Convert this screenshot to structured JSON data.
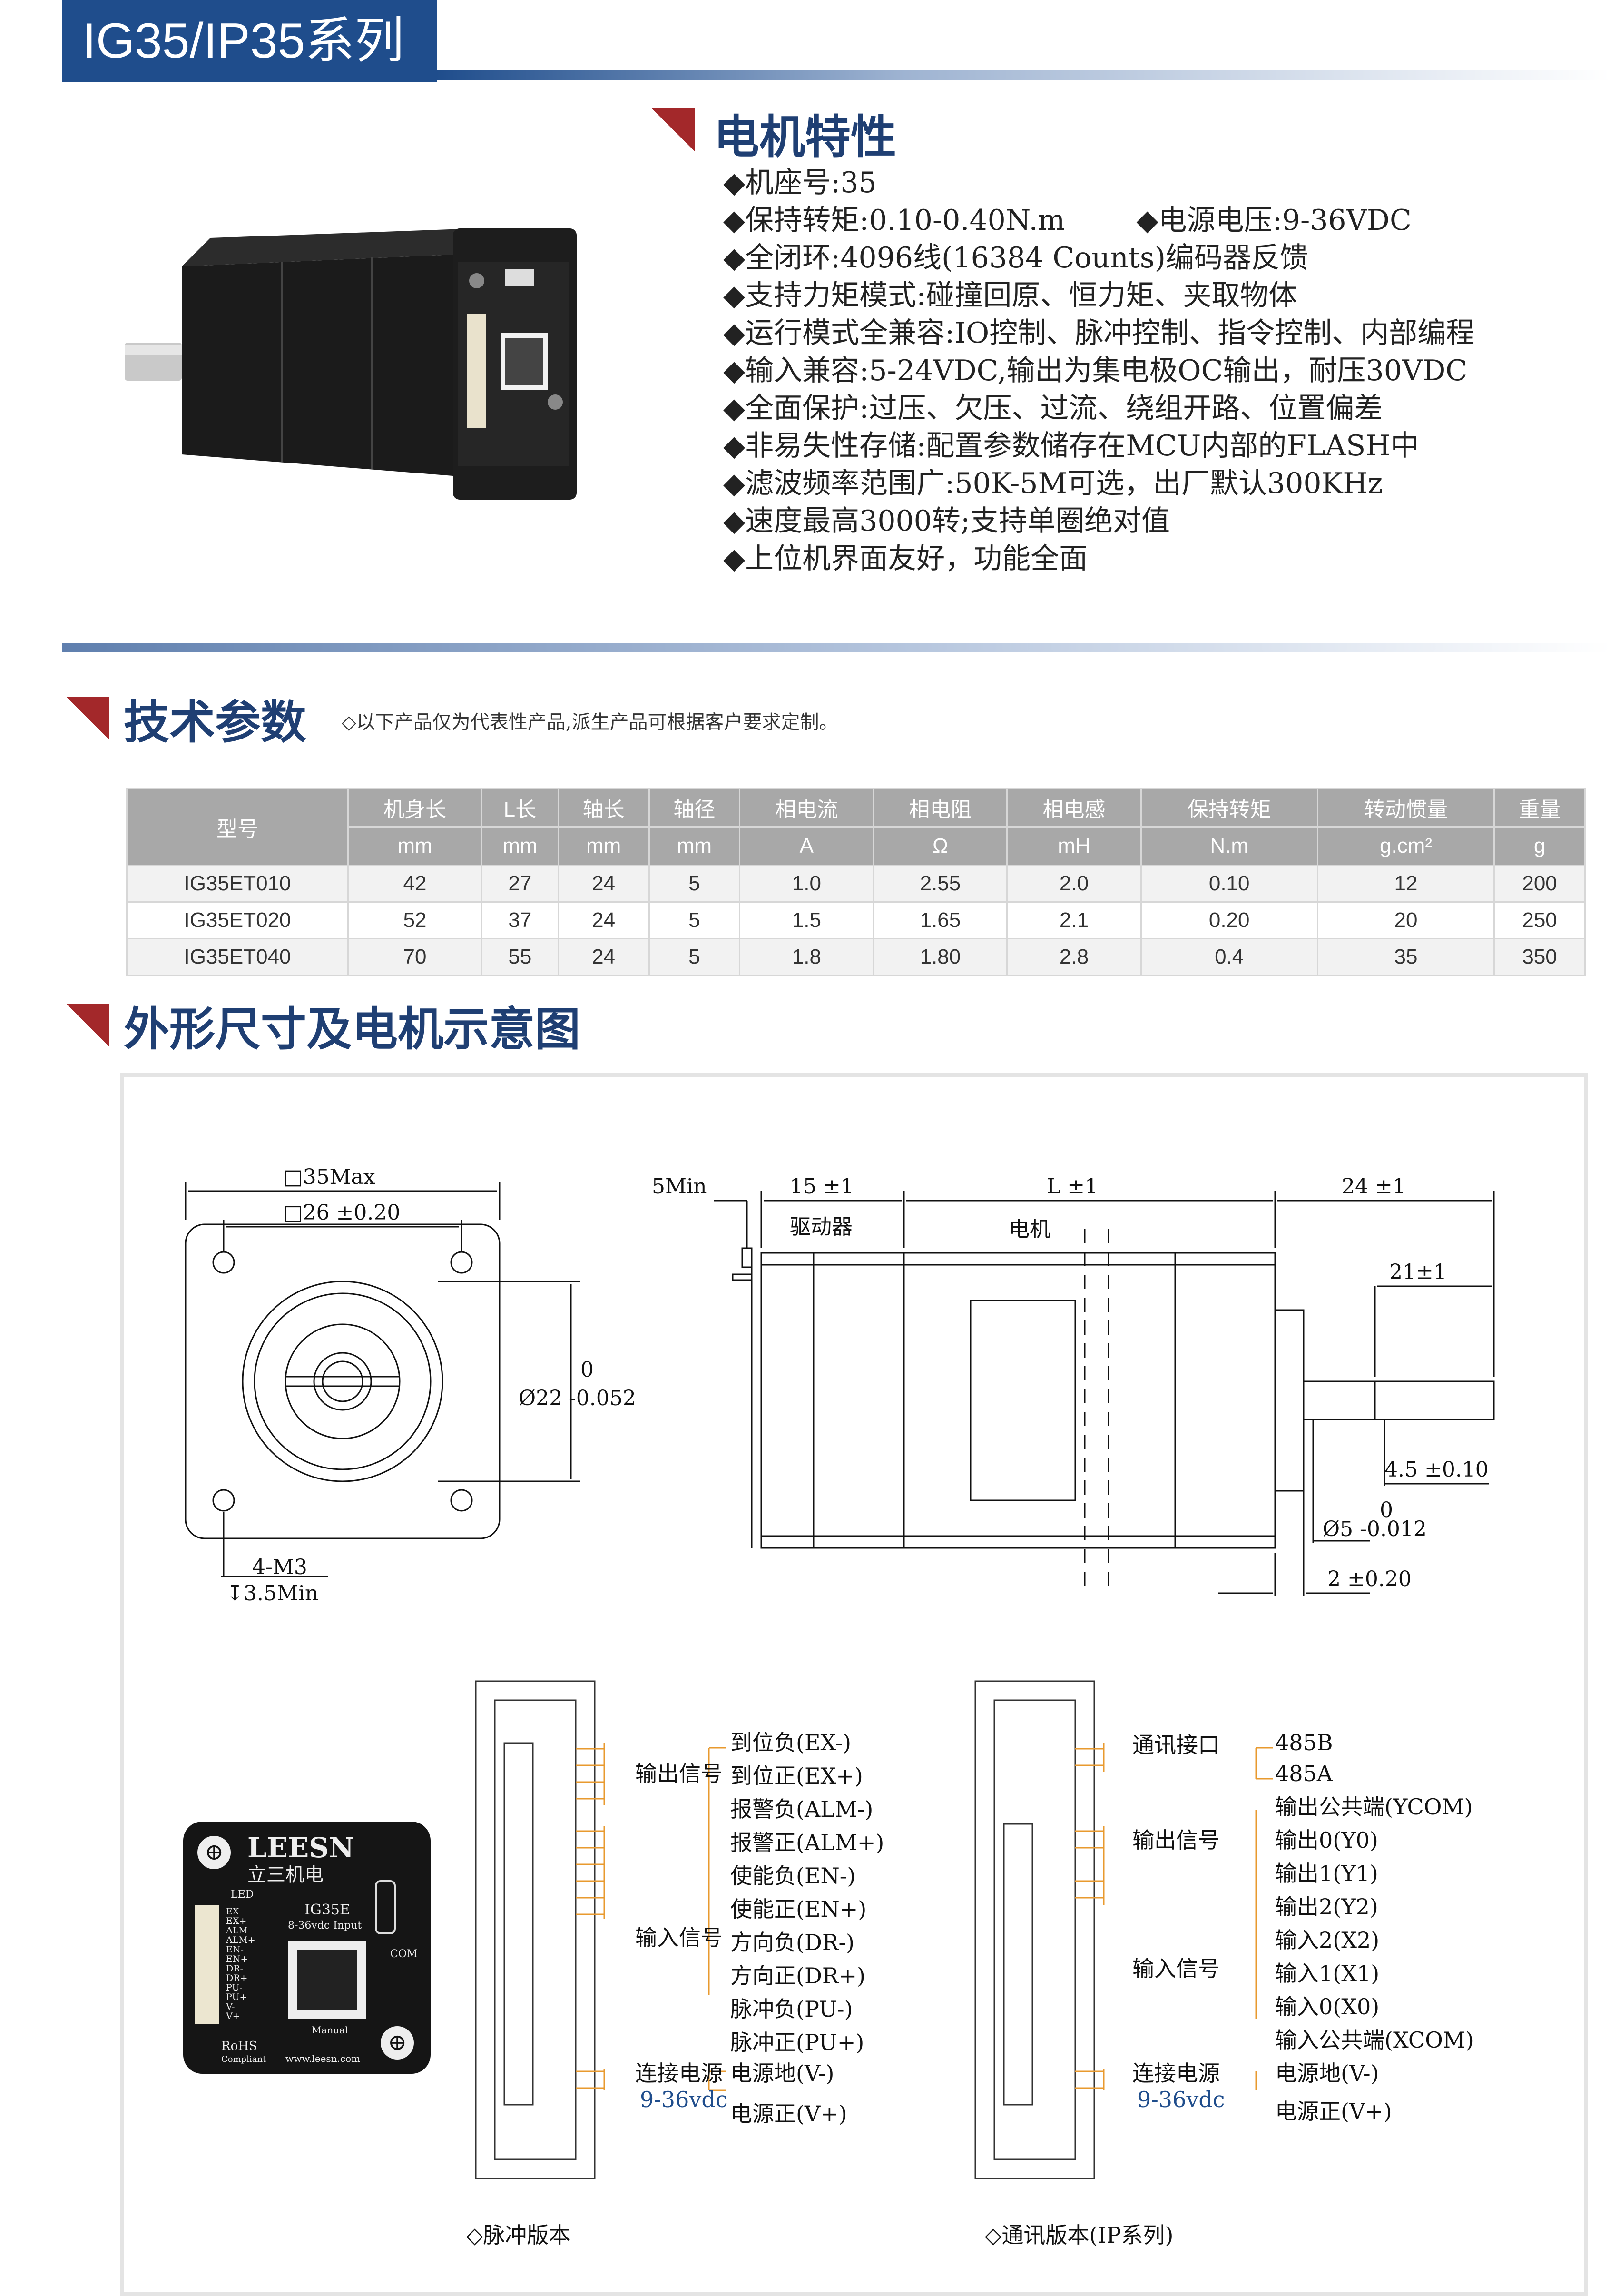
{
  "header": {
    "series": "IG35/IP35系列"
  },
  "features": {
    "title": "电机特性",
    "items": [
      "◆机座号:35",
      "◆保持转矩:0.10-0.40N.m",
      "◆全闭环:4096线(16384 Counts)编码器反馈",
      "◆支持力矩模式:碰撞回原、恒力矩、夹取物体",
      "◆运行模式全兼容:IO控制、脉冲控制、指令控制、内部编程",
      "◆输入兼容:5-24VDC,输出为集电极OC输出，耐压30VDC",
      "◆全面保护:过压、欠压、过流、绕组开路、位置偏差",
      "◆非易失性存储:配置参数储存在MCU内部的FLASH中",
      "◆滤波频率范围广:50K-5M可选，出厂默认300KHz",
      "◆速度最高3000转;支持单圈绝对值",
      "◆上位机界面友好，功能全面"
    ],
    "voltage": "◆电源电压:9-36VDC"
  },
  "params": {
    "title": "技术参数",
    "note": "◇以下产品仅为代表性产品,派生产品可根据客户要求定制。",
    "model_header": "型号",
    "headers": [
      "机身长",
      "L长",
      "轴长",
      "轴径",
      "相电流",
      "相电阻",
      "相电感",
      "保持转矩",
      "转动惯量",
      "重量"
    ],
    "units": [
      "mm",
      "mm",
      "mm",
      "mm",
      "A",
      "Ω",
      "mH",
      "N.m",
      "g.cm²",
      "g"
    ],
    "rows": [
      [
        "IG35ET010",
        "42",
        "27",
        "24",
        "5",
        "1.0",
        "2.55",
        "2.0",
        "0.10",
        "12",
        "200"
      ],
      [
        "IG35ET020",
        "52",
        "37",
        "24",
        "5",
        "1.5",
        "1.65",
        "2.1",
        "0.20",
        "20",
        "250"
      ],
      [
        "IG35ET040",
        "70",
        "55",
        "24",
        "5",
        "1.8",
        "1.80",
        "2.8",
        "0.4",
        "35",
        "350"
      ]
    ]
  },
  "dimensions": {
    "title": "外形尺寸及电机示意图",
    "front": {
      "outer": "□35Max",
      "holes": "□26 ±0.20",
      "tol_top": "0",
      "boss": "Ø22 -0.052",
      "screw": "4-M3",
      "depth": "↧3.5Min"
    },
    "side": {
      "min": "5Min",
      "driver_len": "15 ±1",
      "total": "L ±1",
      "shaft": "24 ±1",
      "driver": "驱动器",
      "motor": "电机",
      "flat": "21±1",
      "flat_depth": "4.5 ±0.10",
      "tol_top": "0",
      "shaft_dia": "Ø5 -0.012",
      "shoulder": "2 ±0.20"
    }
  },
  "board": {
    "brand": "LEESN",
    "brand_cn": "立三机电",
    "model": "IG35E",
    "input": "8-36vdc Input",
    "led": "LED",
    "pins": [
      "EX-",
      "EX+",
      "ALM-",
      "ALM+",
      "EN-",
      "EN+",
      "DR-",
      "DR+",
      "PU-",
      "PU+",
      "V-",
      "V+"
    ],
    "com": "COM",
    "manual": "Manual",
    "rohs": "RoHS",
    "compliant": "Compliant",
    "site": "www.leesn.com"
  },
  "pulse": {
    "caption": "◇脉冲版本",
    "groups": [
      "输出信号",
      "输入信号",
      "连接电源"
    ],
    "power_sub": "9-36vdc",
    "signals": [
      "到位负(EX-)",
      "到位正(EX+)",
      "报警负(ALM-)",
      "报警正(ALM+)",
      "使能负(EN-)",
      "使能正(EN+)",
      "方向负(DR-)",
      "方向正(DR+)",
      "脉冲负(PU-)",
      "脉冲正(PU+)",
      "电源地(V-)",
      "电源正(V+)"
    ]
  },
  "comm": {
    "caption": "◇通讯版本(IP系列)",
    "groups": [
      "通讯接口",
      "输出信号",
      "输入信号",
      "连接电源"
    ],
    "power_sub": "9-36vdc",
    "signals": [
      "485B",
      "485A",
      "输出公共端(YCOM)",
      "输出0(Y0)",
      "输出1(Y1)",
      "输出2(Y2)",
      "输入2(X2)",
      "输入1(X1)",
      "输入0(X0)",
      "输入公共端(XCOM)",
      "电源地(V-)",
      "电源正(V+)"
    ]
  },
  "colors": {
    "accent": "#1f4d8c",
    "marker": "#a3282a",
    "wire": "#e89a2f"
  }
}
